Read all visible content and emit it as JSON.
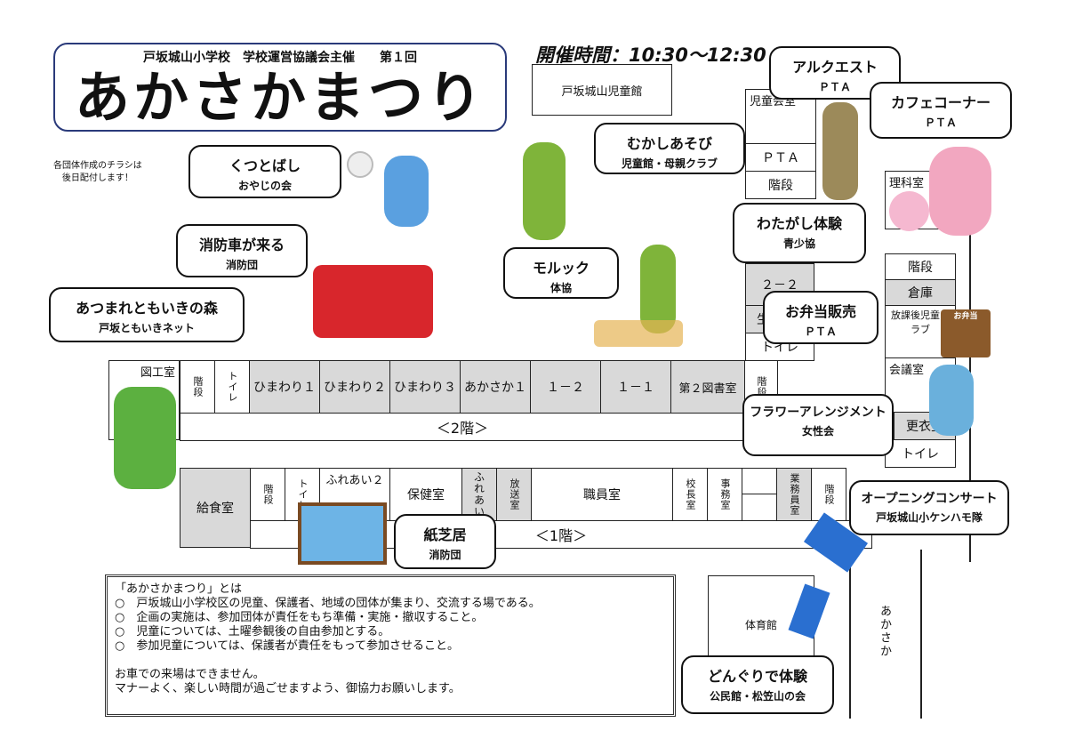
{
  "header": {
    "subtitle": "戸坂城山小学校　学校運営協議会主催　　第１回",
    "title": "あかさかまつり",
    "time": "開催時間：10:30～12:30"
  },
  "note": [
    "各団体作成のチラシは",
    "後日配付します！"
  ],
  "buildings": {
    "jidoukan": "戸坂城山児童館",
    "gym": "体育館",
    "street": "あかさか"
  },
  "floor2": {
    "label": "＜2階＞",
    "rooms": [
      "図工室",
      "階段",
      "トイレ",
      "ひまわり１",
      "ひまわり２",
      "ひまわり３",
      "あかさか１",
      "１－２",
      "１－１",
      "第２図書室",
      "階段"
    ]
  },
  "floor1": {
    "label": "＜1階＞",
    "rooms": [
      "給食室",
      "階段",
      "トイレ",
      "ふれあい２",
      "保健室",
      "ふれあい",
      "放送室",
      "職員室",
      "校長室",
      "事務室",
      "業務員室",
      "階段"
    ]
  },
  "east_wing": {
    "rooms": [
      "児童会室",
      "ＰＴＡ",
      "階段",
      "２－２",
      "生",
      "トイレ",
      "理科室",
      "階段",
      "倉庫",
      "放課後児童クラブ",
      "会議室",
      "更衣室",
      "トイレ"
    ]
  },
  "events": [
    {
      "title": "くつとばし",
      "org": "おやじの会"
    },
    {
      "title": "消防車が来る",
      "org": "消防団"
    },
    {
      "title": "あつまれともいきの森",
      "org": "戸坂ともいきネット"
    },
    {
      "title": "むかしあそび",
      "org": "児童館・母親クラブ"
    },
    {
      "title": "モルック",
      "org": "体協"
    },
    {
      "title": "アルクエスト",
      "org": "ＰＴＡ"
    },
    {
      "title": "カフェコーナー",
      "org": "ＰＴＡ"
    },
    {
      "title": "わたがし体験",
      "org": "青少協"
    },
    {
      "title": "お弁当販売",
      "org": "ＰＴＡ"
    },
    {
      "title": "フラワーアレンジメント",
      "org": "女性会"
    },
    {
      "title": "紙芝居",
      "org": "消防団"
    },
    {
      "title": "オープニングコンサート",
      "org": "戸坂城山小ケンハモ隊"
    },
    {
      "title": "どんぐりで体験",
      "org": "公民館・松笠山の会"
    }
  ],
  "bento_sign": "お弁当",
  "info": {
    "heading": "「あかさかまつり」とは",
    "bullets": [
      "○　戸坂城山小学校区の児童、保護者、地域の団体が集まり、交流する場である。",
      "○　企画の実施は、参加団体が責任をもち準備・実施・撤収すること。",
      "○　児童については、土曜参観後の自由参加とする。",
      "○　参加児童については、保護者が責任をもって参加させること。"
    ],
    "footer": [
      "お車での来場はできません。",
      "マナーよく、楽しい時間が過ごせますよう、御協力お願いします。"
    ]
  },
  "colors": {
    "title_border": "#2a3a7a",
    "room_gray": "#d9d9d9",
    "fire_truck": "#d8262c"
  }
}
